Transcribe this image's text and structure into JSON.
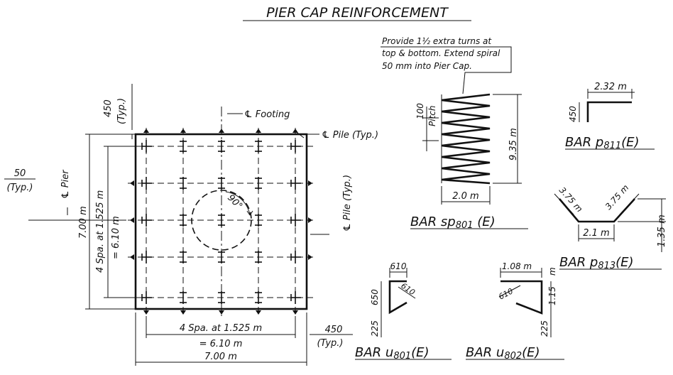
{
  "title": "PIER CAP REINFORCEMENT",
  "plan": {
    "footing_cl": "℄ Footing",
    "pile_cl_top": "℄ Pile (Typ.)",
    "pile_cl_right": "℄ Pile (Typ.)",
    "pier_cl": "℄ Pier",
    "dim_450_top": "450",
    "dim_typ_top": "(Typ.)",
    "dim_50": "50",
    "dim_typ_left": "(Typ.)",
    "dim_700_left": "7.00 m",
    "dim_spa_left_a": "4 Spa. at 1.525 m",
    "dim_spa_left_b": "= 6.10 m",
    "angle": "90°",
    "dim_spa_bottom_a": "4 Spa. at 1.525 m",
    "dim_spa_bottom_b": "= 6.10 m",
    "dim_700_bottom": "7.00 m",
    "dim_450_bottom": "450",
    "dim_typ_bottom": "(Typ.)"
  },
  "spiral": {
    "note_1": "Provide 1½ extra turns at",
    "note_2": "top & bottom. Extend spiral",
    "note_3": "50 mm into Pier Cap.",
    "pitch_value": "100",
    "pitch_label": "Pitch",
    "height": "9.35 m",
    "width": "2.0 m",
    "label": "BAR sp",
    "sub": "801",
    "suffix": " (E)"
  },
  "bar_p811": {
    "dim_h": "2.32 m",
    "dim_v": "450",
    "label": "BAR p",
    "sub": "811",
    "suffix": "(E)"
  },
  "bar_p813": {
    "dim_left": "3.75 m",
    "dim_right": "3.75 m",
    "dim_bottom": "2.1 m",
    "dim_side": "1.35 m",
    "label": "BAR p",
    "sub": "813",
    "suffix": "(E)"
  },
  "bar_u801": {
    "dim_top": "610",
    "dim_diag": "610",
    "dim_650": "650",
    "dim_225": "225",
    "label": "BAR u",
    "sub": "801",
    "suffix": "(E)"
  },
  "bar_u802": {
    "dim_top": "1.08 m",
    "dim_m": "m",
    "dim_diag": "610",
    "dim_115": "1.15",
    "dim_225": "225",
    "label": "BAR u",
    "sub": "802",
    "suffix": "(E)"
  }
}
